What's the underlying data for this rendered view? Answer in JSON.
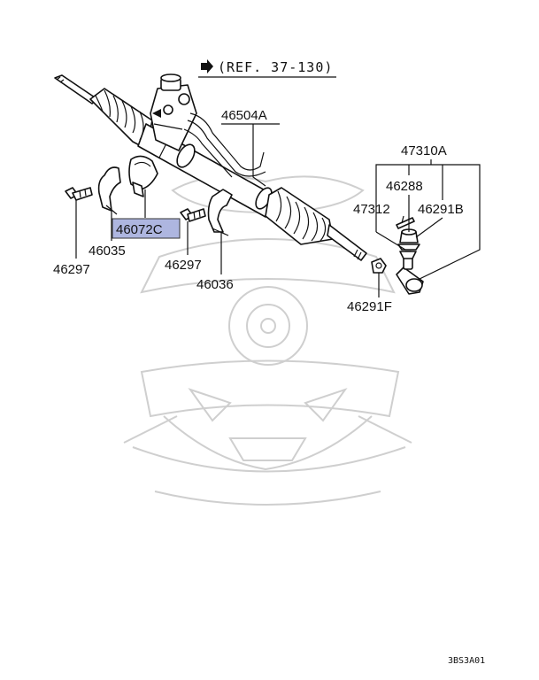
{
  "reference": {
    "text": "(REF. 37-130)",
    "arrow_icon": "arrow-right-icon"
  },
  "parts": {
    "p46504A": "46504A",
    "p47310A": "47310A",
    "p46288": "46288",
    "p47312": "47312",
    "p46291B": "46291B",
    "p46291F": "46291F",
    "p46072C": "46072C",
    "p46035": "46035",
    "p46297_left": "46297",
    "p46297_center": "46297",
    "p46036": "46036"
  },
  "diagram_code": "3BS3A01",
  "highlight_color": "#aeb6e0"
}
